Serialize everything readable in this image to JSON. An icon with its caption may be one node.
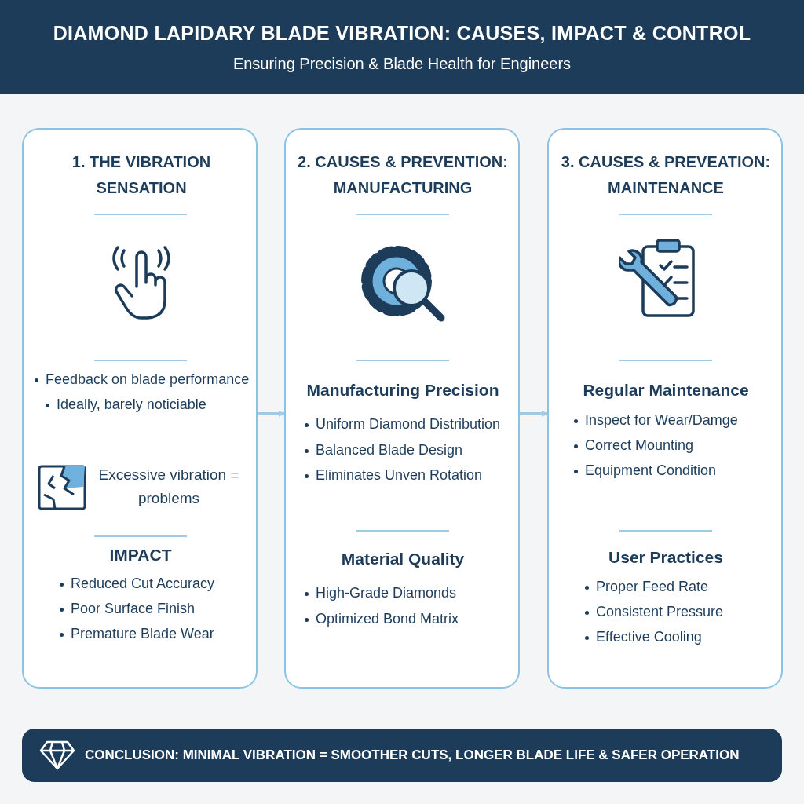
{
  "diagram": {
    "title": "DIAMOND LAPIDARY BLADE VIBRATION: CAUSES, IMPACT & CONTROL",
    "nodes": [
      {
        "text": [
          "1. THE VIBRATION SENSATION",
          "Feedback on blade performance",
          "Ideally, barely noticiable",
          "Excessive vibration = problems",
          "IMPACT",
          "Reduced Cut Accuracy",
          "Poor Surface Finish",
          "Premature Blade Wear"
        ]
      },
      {
        "text": [
          "2. CAUSES & PREVENTION: MANUFACTURING",
          "Manufacturing Precision",
          "Uniform Diamond Distribution",
          "Balanced Blade Design",
          "Eliminates Unven Rotation",
          "Material Quality",
          "High-Grade Diamonds",
          "Optimized Bond Matrix"
        ]
      },
      {
        "text": [
          "3. CAUSES & PREVEATION: MAINTENANCE",
          "Regular Maintenance",
          "Inspect for Wear/Damge",
          "Correct Mounting",
          "Equipment Condition",
          "User Practices",
          "Proper Feed Rate",
          "Consistent Pressure",
          "Effective Cooling"
        ]
      },
      {
        "text": [
          "CONCLUSION: MINIMAL VIBRATION = SMOOTHER CUTS, LONGER BLADE LIFE & SAFER OPERATION"
        ]
      }
    ],
    "edges": [
      {
        "from": 0,
        "to": 1,
        "arrow": "to"
      },
      {
        "from": 1,
        "to": 2,
        "arrow": "to"
      }
    ],
    "labels": [
      "Ensuring Precision & Blade Health for Engineers"
    ]
  }
}
